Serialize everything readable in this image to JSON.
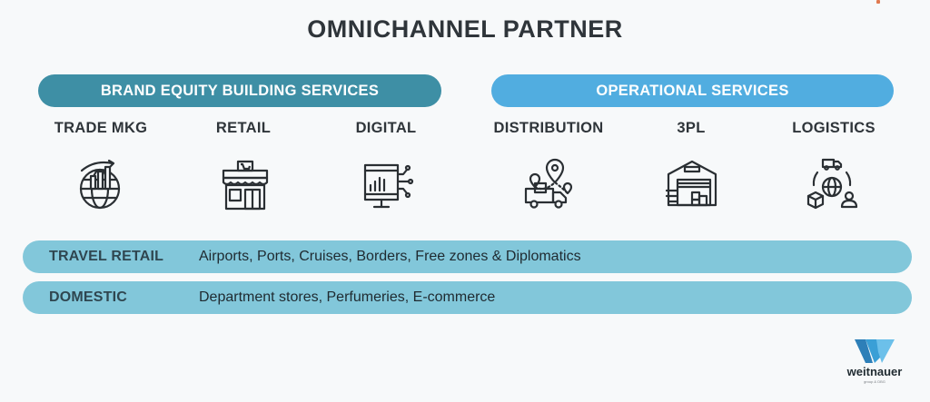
{
  "title": "OMNICHANNEL PARTNER",
  "groups": {
    "brand": "BRAND EQUITY BUILDING SERVICES",
    "operational": "OPERATIONAL SERVICES"
  },
  "services": [
    {
      "label": "TRADE MKG",
      "icon": "globe-growth-icon"
    },
    {
      "label": "RETAIL",
      "icon": "storefront-icon"
    },
    {
      "label": "DIGITAL",
      "icon": "digital-monitor-icon"
    },
    {
      "label": "DISTRIBUTION",
      "icon": "delivery-truck-map-icon"
    },
    {
      "label": "3PL",
      "icon": "warehouse-icon"
    },
    {
      "label": "LOGISTICS",
      "icon": "global-logistics-icon"
    }
  ],
  "channels": [
    {
      "label": "TRAVEL RETAIL",
      "text": "Airports, Ports, Cruises, Borders, Free zones & Diplomatics"
    },
    {
      "label": "DOMESTIC",
      "text": "Department stores, Perfumeries, E-commerce"
    }
  ],
  "logo": {
    "name": "weitnauer",
    "icon": "weitnauer-logo-icon",
    "brand_color": "#3a9fd6",
    "tagline": "group & DBG"
  },
  "colors": {
    "brand_pill": "#3e8fa5",
    "operational_pill": "#51ade0",
    "channel_row": "#82c7da"
  }
}
